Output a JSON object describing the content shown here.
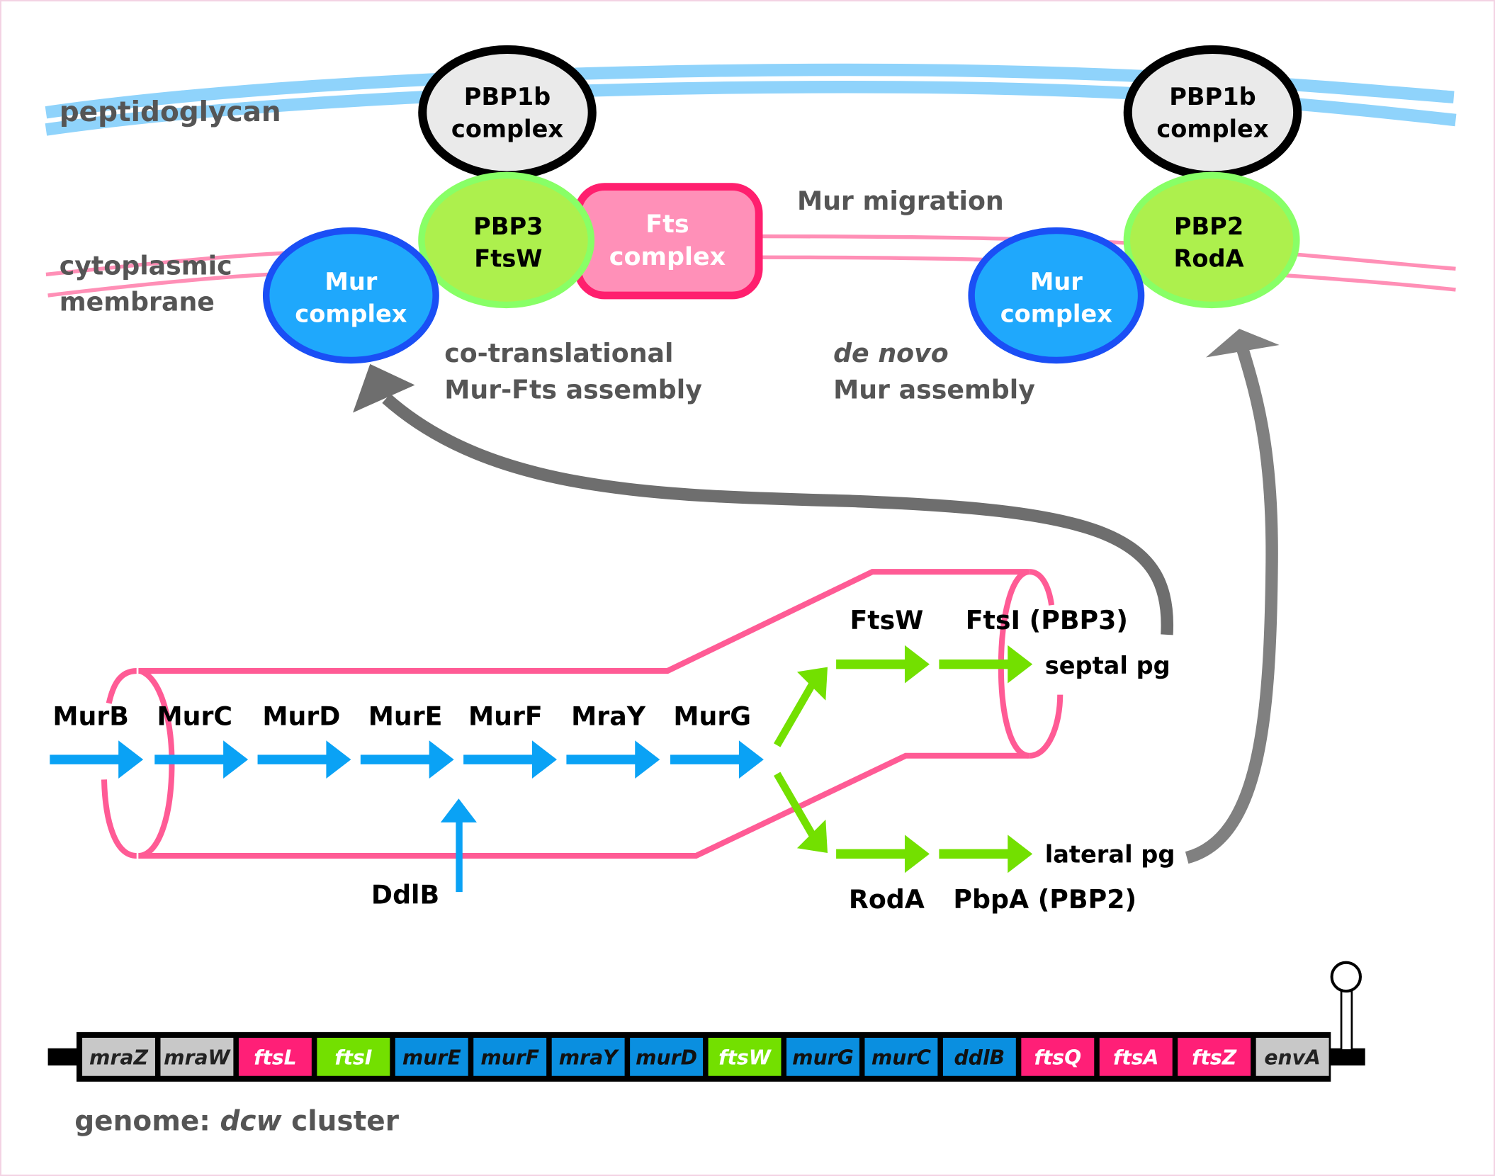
{
  "membranes": {
    "peptidoglycan_label": "peptidoglycan",
    "membrane_label_line1": "cytoplasmic",
    "membrane_label_line2": "membrane"
  },
  "complexes": {
    "left_pbp1b": {
      "line1": "PBP1b",
      "line2": "complex"
    },
    "right_pbp1b": {
      "line1": "PBP1b",
      "line2": "complex"
    },
    "pbp3_ftsw": {
      "line1": "PBP3",
      "line2": "FtsW"
    },
    "fts": {
      "line1": "Fts",
      "line2": "complex"
    },
    "left_mur": {
      "line1": "Mur",
      "line2": "complex"
    },
    "right_mur": {
      "line1": "Mur",
      "line2": "complex"
    },
    "pbp2_roda": {
      "line1": "PBP2",
      "line2": "RodA"
    }
  },
  "annotations": {
    "mur_migration": "Mur migration",
    "cotranslational_line1": "co-translational",
    "cotranslational_line2": "Mur-Fts assembly",
    "denovo_italic": "de novo",
    "denovo_line2": "Mur assembly"
  },
  "pathway": {
    "steps": [
      "MurB",
      "MurC",
      "MurD",
      "MurE",
      "MurF",
      "MraY",
      "MurG"
    ],
    "ddlb": "DdlB",
    "septal": {
      "enzyme1": "FtsW",
      "enzyme2": "FtsI (PBP3)",
      "product": "septal pg"
    },
    "lateral": {
      "enzyme1": "RodA",
      "enzyme2": "PbpA (PBP2)",
      "product": "lateral pg"
    }
  },
  "genome": {
    "label_prefix": "genome:",
    "label_italic": "dcw",
    "label_suffix": "cluster",
    "genes": [
      {
        "name": "mraZ",
        "category": "other"
      },
      {
        "name": "mraW",
        "category": "other"
      },
      {
        "name": "ftsL",
        "category": "fts"
      },
      {
        "name": "ftsI",
        "category": "pbp"
      },
      {
        "name": "murE",
        "category": "mur"
      },
      {
        "name": "murF",
        "category": "mur"
      },
      {
        "name": "mraY",
        "category": "mur"
      },
      {
        "name": "murD",
        "category": "mur"
      },
      {
        "name": "ftsW",
        "category": "pbp"
      },
      {
        "name": "murG",
        "category": "mur"
      },
      {
        "name": "murC",
        "category": "mur"
      },
      {
        "name": "ddlB",
        "category": "mur"
      },
      {
        "name": "ftsQ",
        "category": "fts"
      },
      {
        "name": "ftsA",
        "category": "fts"
      },
      {
        "name": "ftsZ",
        "category": "fts"
      },
      {
        "name": "envA",
        "category": "other"
      }
    ],
    "category_colors": {
      "other": {
        "fill": "#c8c8c8",
        "text": "#222222"
      },
      "fts": {
        "fill": "#ff1f77",
        "text": "#ffffff"
      },
      "pbp": {
        "fill": "#73e000",
        "text": "#ffffff"
      },
      "mur": {
        "fill": "#0a8fe0",
        "text": "#111111"
      }
    }
  },
  "colors": {
    "peptidoglycan": "#8fd3fb",
    "membrane": "#ff8fb6",
    "tube": "#ff5b95",
    "mur_arrow": "#0aa2f5",
    "pbp_arrow": "#73e000",
    "migration_arrow": "#808080"
  }
}
